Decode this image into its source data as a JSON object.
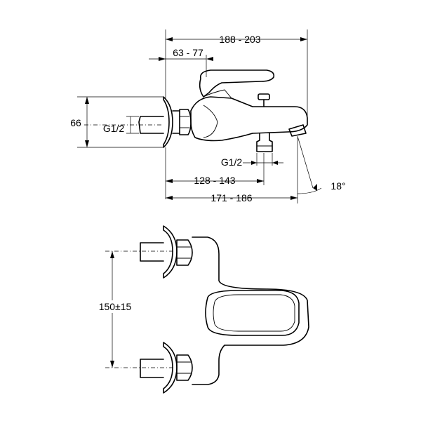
{
  "side_view": {
    "dims": {
      "overall_length": "188 - 203",
      "handle_offset": "63 - 77",
      "height": "66",
      "inlet_thread": "G1/2",
      "outlet_thread": "G1/2",
      "outlet_position": "128 - 143",
      "spout_length": "171 - 186",
      "spout_angle": "18°"
    }
  },
  "top_view": {
    "dims": {
      "centre_distance": "150±15"
    }
  }
}
